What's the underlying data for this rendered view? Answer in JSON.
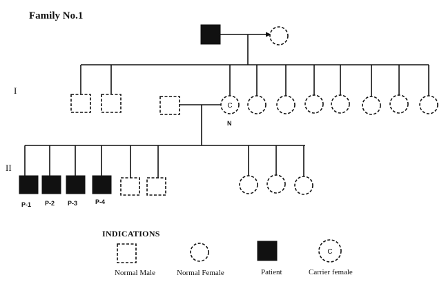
{
  "title": "Family No.1",
  "generations": {
    "gen1": "I",
    "gen2": "II"
  },
  "carrier_mark": "C",
  "carrier_label": "N",
  "patients": [
    "P-1",
    "P-2",
    "P-3",
    "P-4"
  ],
  "indications": {
    "title": "INDICATIONS",
    "normal_male": "Normal Male",
    "normal_female": "Normal Female",
    "patient": "Patient",
    "carrier_female": "Carrier female"
  },
  "colors": {
    "line": "#111111",
    "patient_fill": "#111111",
    "background": "#ffffff"
  }
}
